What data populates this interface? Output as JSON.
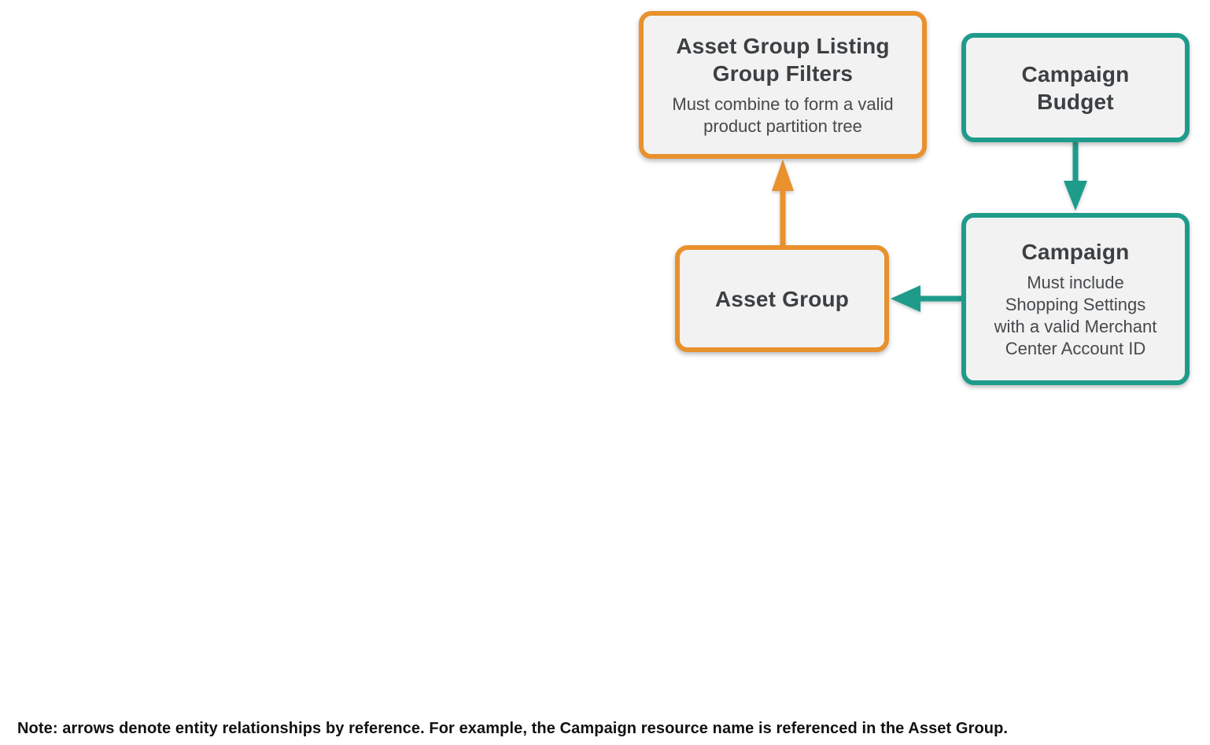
{
  "diagram": {
    "nodes": {
      "listing_group_filters": {
        "title": "Asset Group Listing\nGroup Filters",
        "subtitle": "Must combine to form a valid\nproduct partition tree",
        "accent_color": "#E8912D"
      },
      "campaign_budget": {
        "title": "Campaign\nBudget",
        "accent_color": "#1E9B8B"
      },
      "asset_group": {
        "title": "Asset Group",
        "accent_color": "#E8912D"
      },
      "campaign": {
        "title": "Campaign",
        "subtitle": "Must include\nShopping Settings\nwith a valid Merchant\nCenter Account ID",
        "accent_color": "#1E9B8B"
      }
    },
    "edges": [
      {
        "from": "asset_group",
        "to": "listing_group_filters",
        "color": "#E8912D",
        "direction": "up"
      },
      {
        "from": "campaign_budget",
        "to": "campaign",
        "color": "#1E9B8B",
        "direction": "down"
      },
      {
        "from": "campaign",
        "to": "asset_group",
        "color": "#1E9B8B",
        "direction": "left"
      }
    ],
    "note": "Note: arrows denote entity relationships by reference. For example, the Campaign resource name is referenced in the Asset Group.",
    "colors": {
      "orange_accent": "#E8912D",
      "teal_accent": "#1E9B8B",
      "node_fill": "#F2F2F2",
      "title_text": "#3C4043",
      "subtitle_text": "#46494C",
      "note_text": "#111111",
      "background": "#FFFFFF"
    }
  }
}
